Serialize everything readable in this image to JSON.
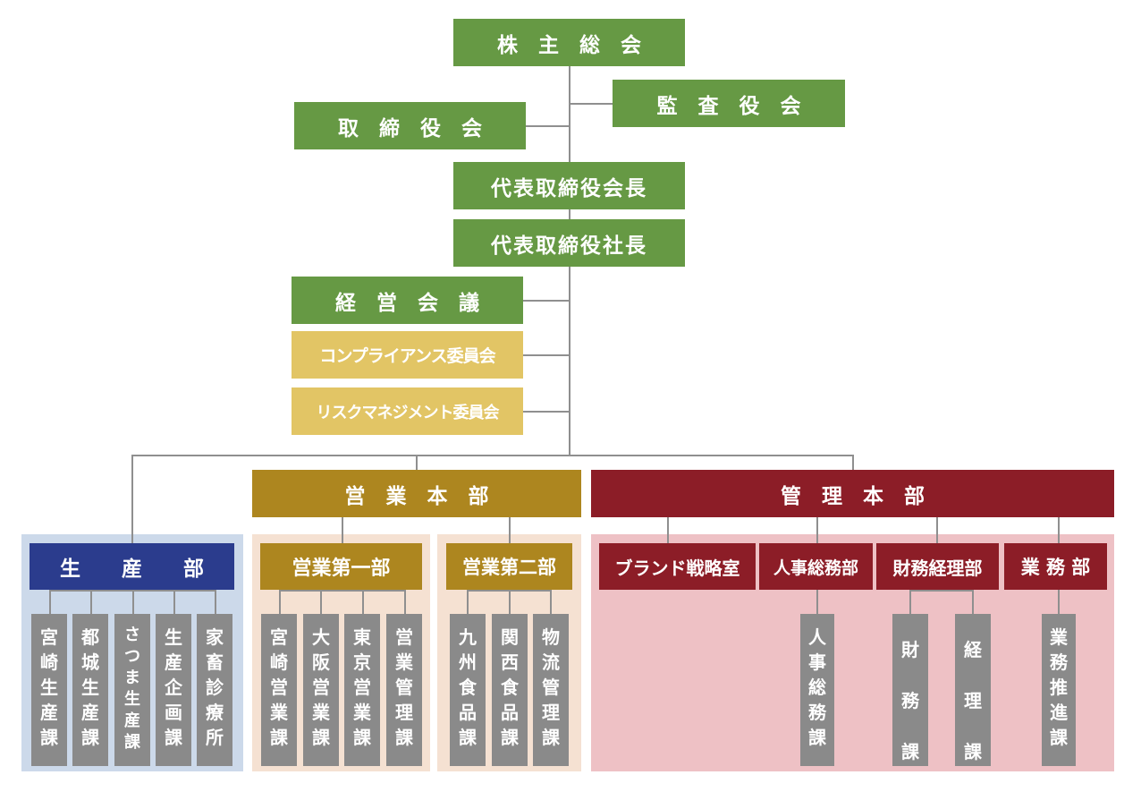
{
  "top": {
    "shareholders": "株　主　総　会",
    "auditors": "監　査　役　会",
    "board": "取　締　役　会",
    "chairman": "代表取締役会長",
    "president": "代表取締役社長",
    "management_meeting": "経　営　会　議",
    "compliance": "コンプライアンス委員会",
    "risk": "リスクマネジメント委員会"
  },
  "divisions": {
    "sales": "営　業　本　部",
    "admin": "管　理　本　部"
  },
  "departments": {
    "production": "生　　産　　部",
    "sales1": "営業第一部",
    "sales2": "営業第二部",
    "brand": "ブランド戦略室",
    "hr": "人事総務部",
    "finance": "財務経理部",
    "business": "業 務 部"
  },
  "sections": {
    "production": [
      "宮崎生産課",
      "都城生産課",
      "さつま生産課",
      "生産企画課",
      "家畜診療所"
    ],
    "sales1": [
      "宮崎営業課",
      "大阪営業課",
      "東京営業課",
      "営業管理課"
    ],
    "sales2": [
      "九州食品課",
      "関西食品課",
      "物流管理課"
    ],
    "hr": [
      "人事総務課"
    ],
    "finance": [
      "財務課",
      "経理課"
    ],
    "business": [
      "業務推進課"
    ]
  },
  "colors": {
    "executive": "#669944",
    "committee": "#e2c565",
    "sales_division": "#ad861f",
    "admin_division": "#8c1d27",
    "production_dept": "#2b3c8d",
    "section": "#8a8a8a",
    "production_panel": "#ccd9ea",
    "sales_panel": "#f5e1d2",
    "admin_panel": "#eec1c5"
  }
}
